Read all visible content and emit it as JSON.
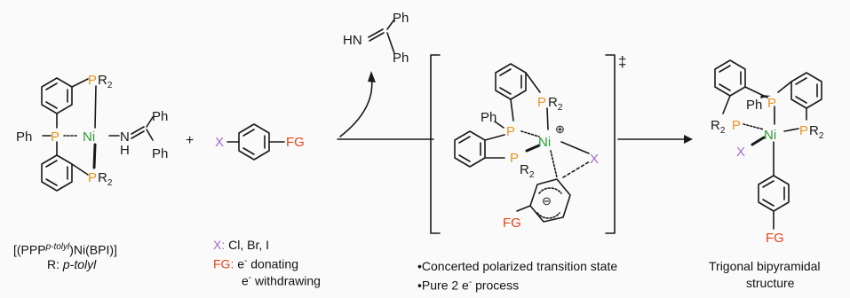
{
  "labels": {
    "ph": "Ph",
    "p": "P",
    "ni": "Ni",
    "n": "N",
    "h": "H",
    "r2": "R",
    "r2_sub": "2",
    "plus": "+",
    "x": "X",
    "fg": "FG",
    "hn": "HN",
    "dagger": "‡",
    "oplus": "⊕",
    "ominus": "⊖"
  },
  "captions": {
    "complex_pre": "[(PPP",
    "complex_sup": "p-tolyl",
    "complex_post": ")Ni(BPI)]",
    "r_prefix": "R: ",
    "r_value": "p-tolyl",
    "x_label": "X:",
    "x_value": " Cl, Br, I",
    "fg_label": "FG:",
    "fg_line1": " e",
    "fg_line1_sup": "-",
    "fg_line1_tail": " donating",
    "fg_line2": "e",
    "fg_line2_sup": "-",
    "fg_line2_tail": " withdrawing",
    "ts_line1": "Concerted polarized transition state",
    "ts_line2_pre": "Pure 2 e",
    "ts_line2_sup": "-",
    "ts_line2_post": " process",
    "product_line1": "Trigonal bipyramidal",
    "product_line2": "structure"
  },
  "colors": {
    "phosphorus": "#e8951c",
    "nickel": "#2c9a35",
    "halide": "#a46bd0",
    "functional_group": "#e8431a",
    "bond": "#1a1a1a"
  }
}
